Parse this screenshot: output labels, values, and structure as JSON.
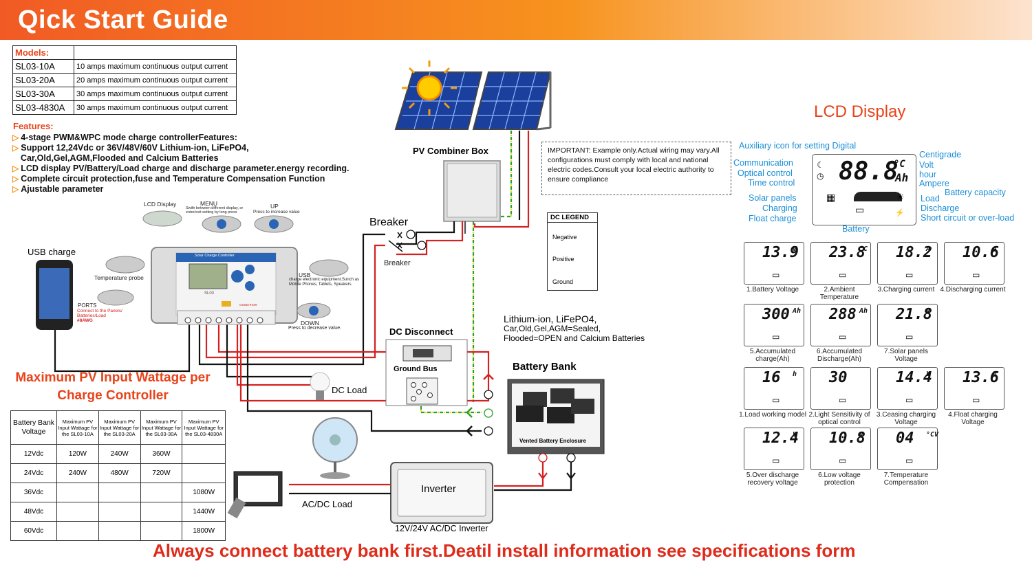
{
  "header": {
    "title": "Qick Start Guide"
  },
  "models": {
    "header": "Models:",
    "rows": [
      {
        "model": "SL03-10A",
        "desc": "10 amps maximum continuous output current"
      },
      {
        "model": "SL03-20A",
        "desc": "20 amps maximum continuous output current"
      },
      {
        "model": "SL03-30A",
        "desc": "30 amps maximum continuous output current"
      },
      {
        "model": "SL03-4830A",
        "desc": "30 amps maximum continuous output current"
      }
    ]
  },
  "features": {
    "title": "Features:",
    "items": [
      "4-stage PWM&WPC mode charge controllerFeatures:",
      "Support 12,24Vdc or 36V/48V/60V Lithium-ion, LiFePO4,",
      "Car,Old,Gel,AGM,Flooded and Calcium Batteries",
      "LCD display PV/Battery/Load charge and discharge parameter.energy recording.",
      "Complete circuit protection,fuse and Temperature Compensation Function",
      "Ajustable parameter"
    ]
  },
  "controller": {
    "lcd_display": "LCD Display",
    "menu": "MENU",
    "menu_desc": "Swith between different display, or enter/exit setting by long press",
    "up": "UP",
    "up_desc": "Press to increase value",
    "usb": "USB",
    "usb_desc": "charge electronic equipment.Sunch as Mobile Phones, Tablets, Speakers",
    "temp_probe": "Temperature probe",
    "ports": "PORTS",
    "ports_desc": "Connect to the Panels/ Batteries/Load",
    "ports_awg": "#8AWG",
    "down": "DOWN",
    "down_desc": "Press to decrease value.",
    "face_title": "Solar Charge Controller",
    "face_model": "SL03",
    "brand": "OSSEHHOR"
  },
  "usb_charge": "USB charge",
  "wattage": {
    "title_line1": "Maximum PV Input Wattage per",
    "title_line2": "Charge Controller",
    "headers": [
      "Battery Bank Voltage",
      "Maximum PV Input Wattage for the SL03-10A",
      "Maximum PV Input Wattage for the SL03-20A",
      "Maximum PV Input Wattage for the SL03-30A",
      "Maximum PV Input Wattage for the SL03-4830A"
    ],
    "rows": [
      [
        "12Vdc",
        "120W",
        "240W",
        "360W",
        ""
      ],
      [
        "24Vdc",
        "240W",
        "480W",
        "720W",
        ""
      ],
      [
        "36Vdc",
        "",
        "",
        "",
        "1080W"
      ],
      [
        "48Vdc",
        "",
        "",
        "",
        "1440W"
      ],
      [
        "60Vdc",
        "",
        "",
        "",
        "1800W"
      ]
    ]
  },
  "diagram": {
    "pv_combiner": "PV Combiner Box",
    "breaker_big": "Breaker",
    "breaker_small": "Breaker",
    "dc_disconnect": "DC Disconnect",
    "ground_bus": "Ground Bus",
    "dc_load": "DC Load",
    "ac_dc_load": "AC/DC Load",
    "inverter": "Inverter",
    "inverter_caption": "12V/24V AC/DC Inverter",
    "battery_bank": "Battery Bank",
    "battery_enclosure": "Vented Battery Enclosure",
    "battery_types_line1": "Lithium-ion, LiFePO4,",
    "battery_types_line2": "Car,Old,Gel,AGM=Sealed,",
    "battery_types_line3": "Flooded=OPEN and Calcium Batteries",
    "important": "IMPORTANT: Example only.Actual wiring may vary.All configurations must comply with local and national electric codes.Consult your local electric authority to ensure compliance",
    "legend_title": "DC LEGEND",
    "legend_negative": "Negative",
    "legend_positive": "Positive",
    "legend_ground": "Ground",
    "wire_colors": {
      "negative": "#111111",
      "positive": "#d42020",
      "ground": "#2e9e2e",
      "ground_dash": "#e8e000"
    }
  },
  "lcd": {
    "title": "LCD Display",
    "aux": "Auxiliary icon for setting Digital",
    "communication": "Communication",
    "optical": "Optical control",
    "time": "Time control",
    "solar_panels": "Solar panels",
    "charging": "Charging",
    "float_charge": "Float charge",
    "battery": "Battery",
    "centigrade": "Centigrade",
    "volt": "Volt",
    "hour": "hour",
    "ampere": "Ampere",
    "battery_capacity": "Battery  capacity",
    "load": "Load",
    "discharge": "Discharge",
    "short_circuit": "Short circuit or over-load",
    "main_digits": "88.8",
    "main_unit_v": "V",
    "main_unit_ah": "Ah",
    "main_c": "°C",
    "screens": [
      {
        "value": "13.9",
        "unit": "V",
        "caption": "1.Battery Voltage"
      },
      {
        "value": "23.8",
        "unit": "°C",
        "caption": "2.Ambient Temperature"
      },
      {
        "value": "18.2",
        "unit": "A",
        "caption": "3.Charging current"
      },
      {
        "value": "10.6",
        "unit": "A",
        "caption": "4.Discharging current"
      },
      {
        "value": "300",
        "unit": "Ah",
        "caption": "5.Accumulated charge(Ah)"
      },
      {
        "value": "288",
        "unit": "Ah",
        "caption": "6.Accumulated Discharge(Ah)"
      },
      {
        "value": "21.8",
        "unit": "V",
        "caption": "7.Solar panels Voltage"
      },
      {
        "value": "16",
        "unit": "h",
        "caption": "1.Load working model"
      },
      {
        "value": "30",
        "unit": "",
        "caption": "2.Light Sensitivity of optical control"
      },
      {
        "value": "14.4",
        "unit": "V",
        "caption": "3.Ceasing charging Voltage"
      },
      {
        "value": "13.6",
        "unit": "V",
        "caption": "4.Float charging Voltage"
      },
      {
        "value": "12.4",
        "unit": "V",
        "caption": "5.Over discharge recovery voltage"
      },
      {
        "value": "10.8",
        "unit": "V",
        "caption": "6.Low voltage protection"
      },
      {
        "value": "04",
        "unit": "°CV",
        "caption": "7.Temperature Compensation"
      }
    ]
  },
  "footer": {
    "warning": "Always connect battery bank first.Deatil install information see specifications form"
  },
  "colors": {
    "accent": "#e8431a",
    "lcd_blue": "#1a8fd6",
    "banner_start": "#f15a24",
    "banner_end": "#fde3cf"
  }
}
